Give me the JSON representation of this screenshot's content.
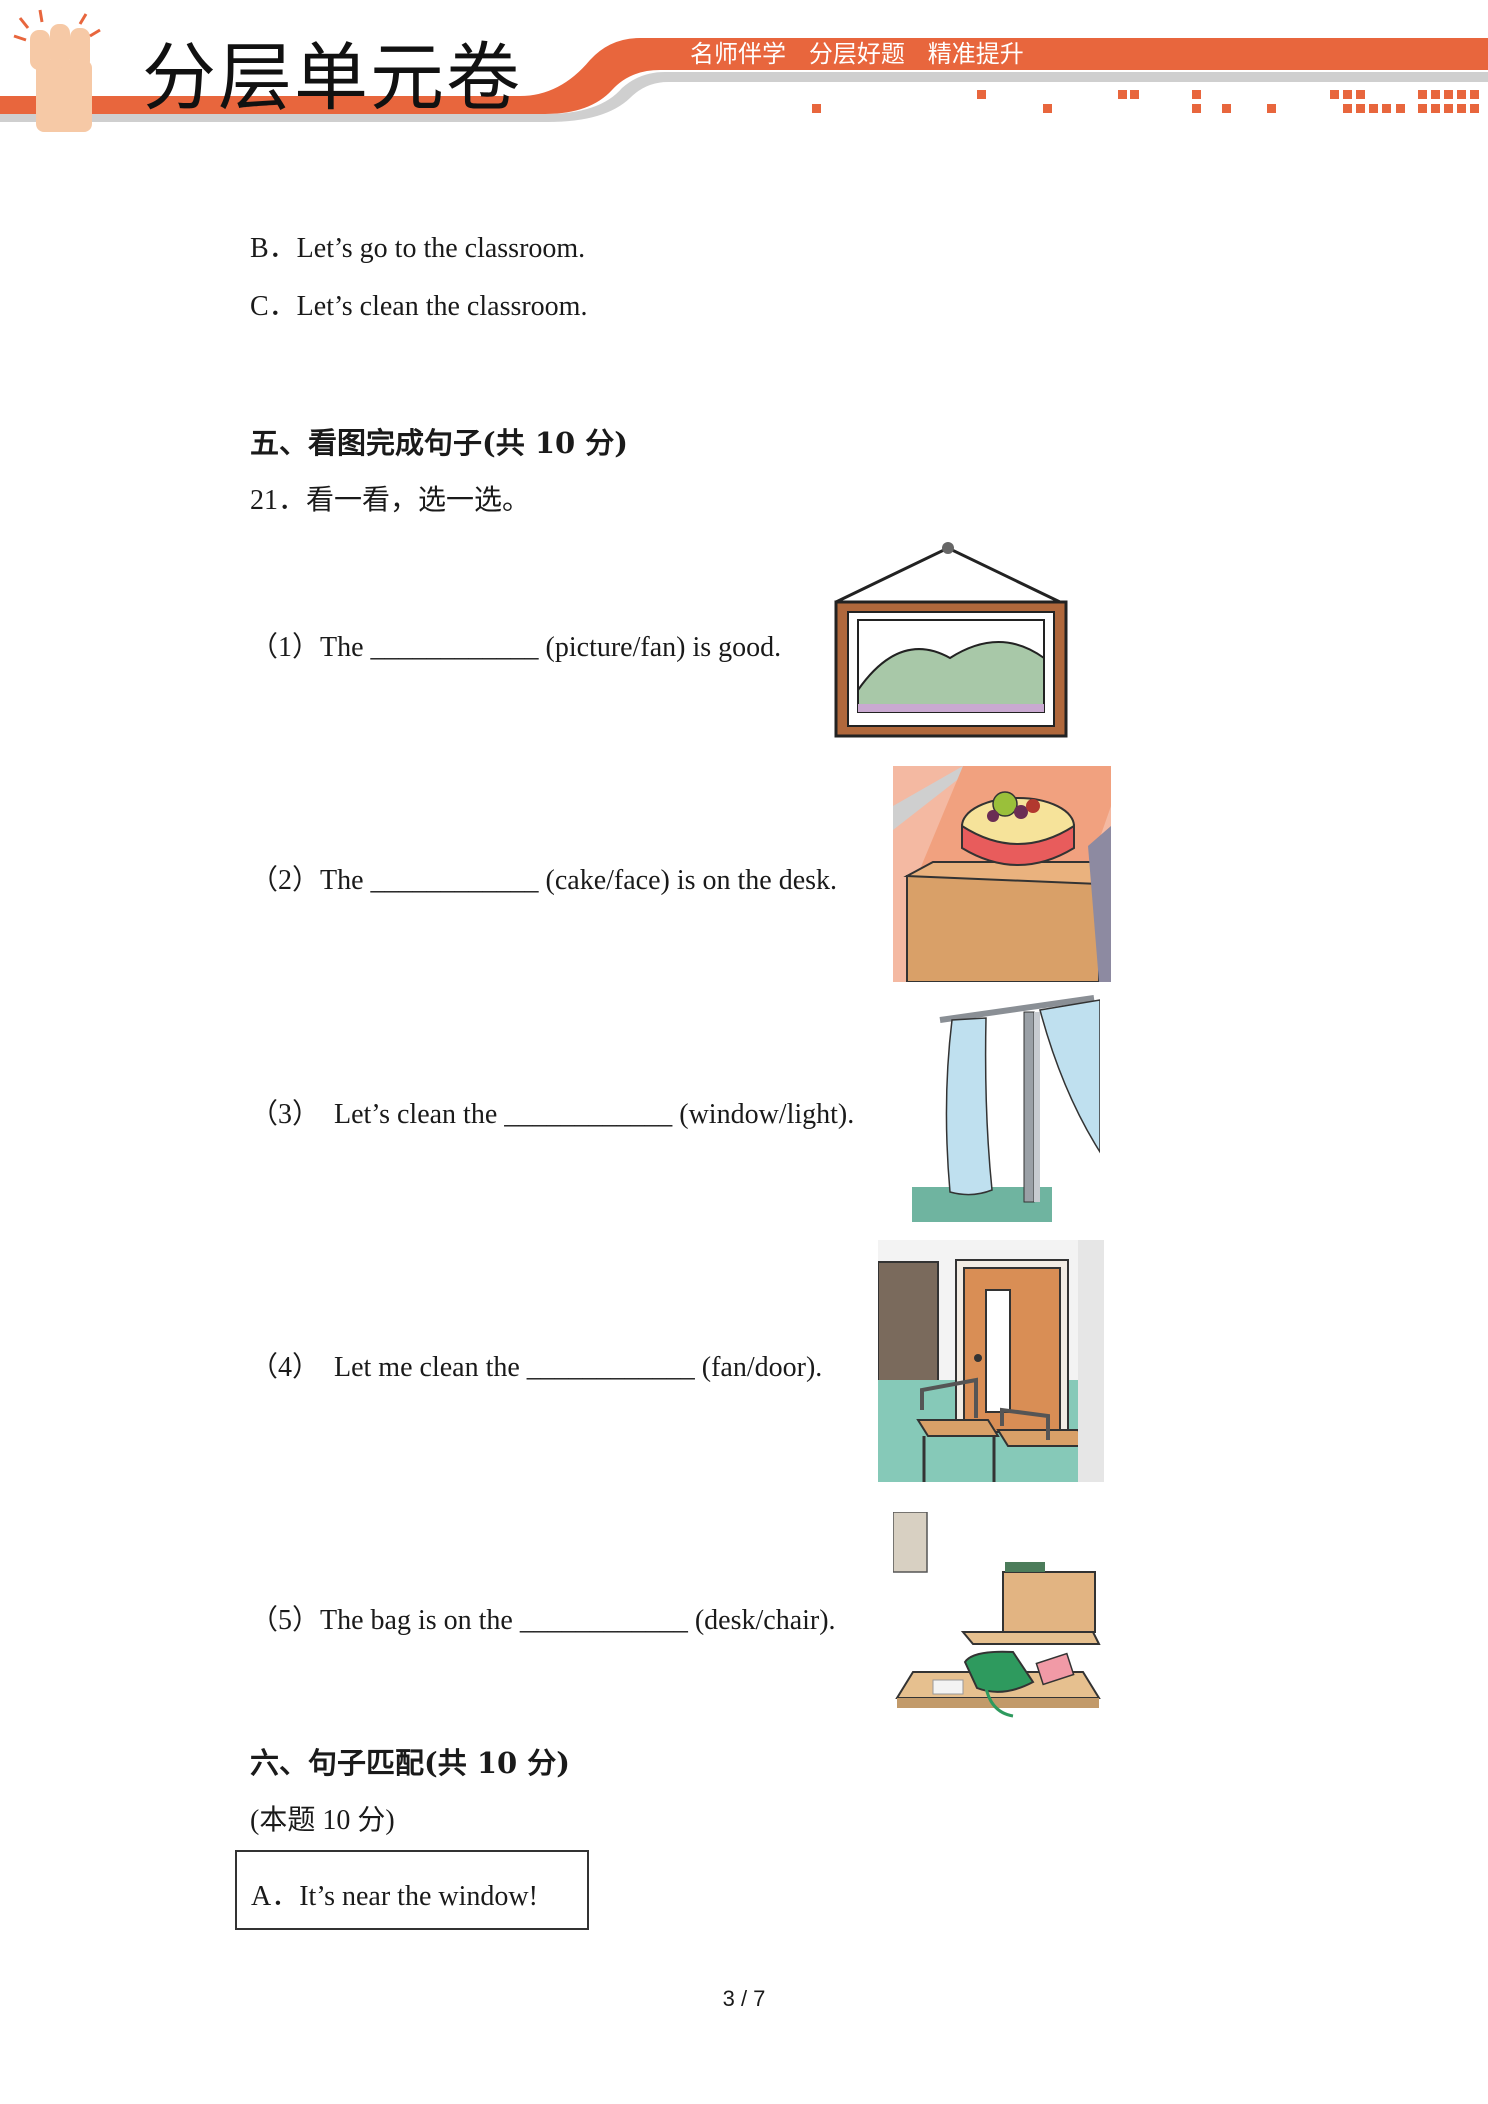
{
  "header": {
    "title": "分层单元卷",
    "slogan": "名师伴学   分层好题   精准提升",
    "accent": "#e8663d"
  },
  "options": {
    "b": "B．Let’s go to the classroom.",
    "c": "C．Let’s clean the classroom."
  },
  "section5": {
    "heading": "五、看图完成句子(共 10 分)",
    "question": "21．看一看，选一选。",
    "items": [
      {
        "text": "（1）The ____________ (picture/fan) is good.",
        "picture": "picture-frame"
      },
      {
        "text": "（2）The ____________ (cake/face) is on the desk.",
        "picture": "cake-on-desk"
      },
      {
        "text": "（3）  Let’s clean the ____________ (window/light).",
        "picture": "window-curtain"
      },
      {
        "text": "（4）  Let me clean the ____________ (fan/door).",
        "picture": "door-classroom"
      },
      {
        "text": "（5）The bag is on the ____________ (desk/chair).",
        "picture": "bag-on-desk"
      }
    ]
  },
  "section6": {
    "heading": "六、句子匹配(共 10 分)",
    "note": "(本题 10 分)",
    "boxA": "A．It’s near the window!"
  },
  "footer": {
    "page": "3 / 7"
  }
}
